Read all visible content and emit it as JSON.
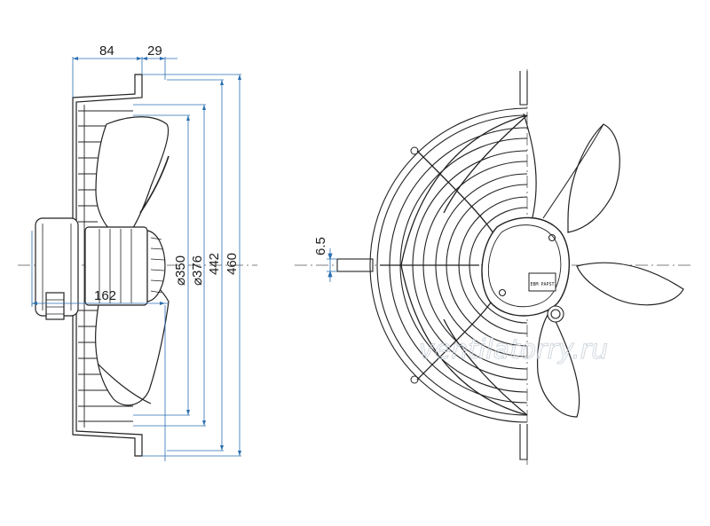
{
  "side_view": {
    "dimensions": {
      "top_84": "84",
      "top_29": "29",
      "dia_350": "⌀350",
      "dia_376": "⌀376",
      "size_442": "442",
      "size_460": "460",
      "bottom_162": "162"
    }
  },
  "front_view": {
    "dimensions": {
      "shaft_6_5": "6.5"
    },
    "label_plate": "EBM PAPST"
  },
  "watermark": "ventilatorry.ru",
  "colors": {
    "line": "#222222",
    "dim_line": "#2a6fb0",
    "blade_fill": "#ffffff",
    "grey": "#c9c9c9"
  }
}
